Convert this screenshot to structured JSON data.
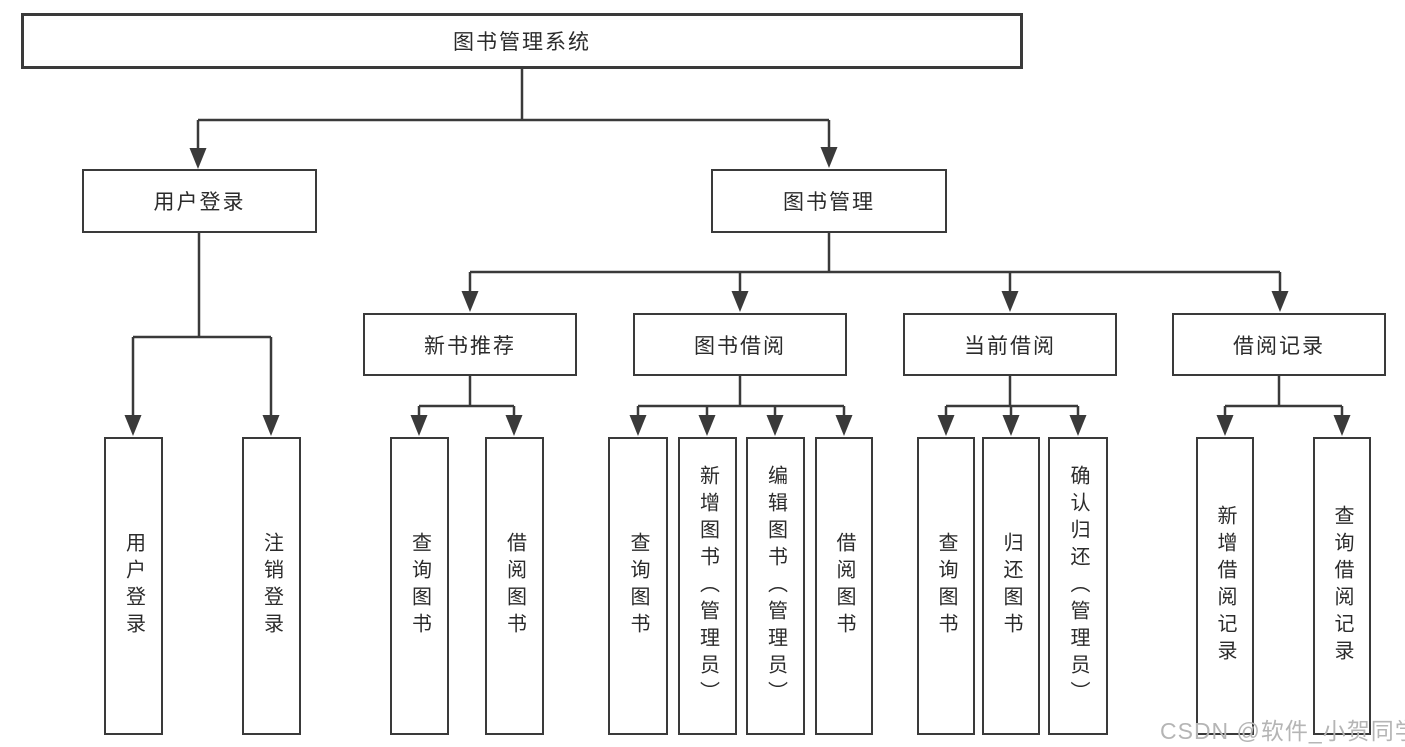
{
  "diagram": {
    "title": "library-management-system-structure-diagram",
    "root": {
      "label": "图书管理系统"
    },
    "branches": [
      {
        "label": "用户登录",
        "children": [
          {
            "label": "用户登录"
          },
          {
            "label": "注销登录"
          }
        ]
      },
      {
        "label": "图书管理",
        "children": [
          {
            "label": "新书推荐",
            "children": [
              {
                "label": "查询图书"
              },
              {
                "label": "借阅图书"
              }
            ]
          },
          {
            "label": "图书借阅",
            "children": [
              {
                "label": "查询图书"
              },
              {
                "label": "新增图书（管理员）"
              },
              {
                "label": "编辑图书（管理员）"
              },
              {
                "label": "借阅图书"
              }
            ]
          },
          {
            "label": "当前借阅",
            "children": [
              {
                "label": "查询图书"
              },
              {
                "label": "归还图书"
              },
              {
                "label": "确认归还（管理员）"
              }
            ]
          },
          {
            "label": "借阅记录",
            "children": [
              {
                "label": "新增借阅记录"
              },
              {
                "label": "查询借阅记录"
              }
            ]
          }
        ]
      }
    ]
  },
  "watermark": {
    "text": "CSDN @软件_小贺同学"
  },
  "colors": {
    "line": "#3a3a3a",
    "box_border": "#3a3a3a",
    "text": "#2b2b2b",
    "background": "#ffffff",
    "watermark": "#b5b5b5"
  }
}
